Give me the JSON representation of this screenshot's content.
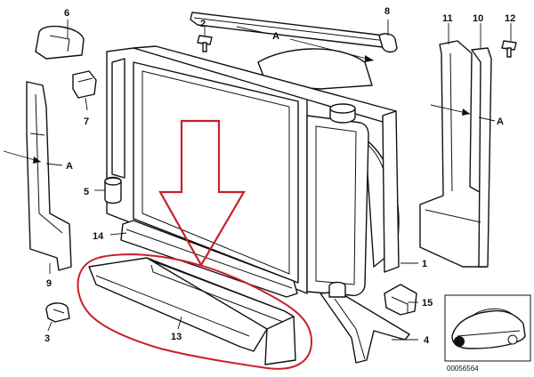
{
  "diagram": {
    "callouts": [
      "1",
      "2",
      "3",
      "4",
      "5",
      "6",
      "7",
      "8",
      "9",
      "10",
      "11",
      "12",
      "13",
      "14",
      "15"
    ],
    "section_marker": "A",
    "reference_code": "00056564",
    "highlight_color": "#c8202a",
    "line_color": "#111111",
    "highlighted_part": "13"
  }
}
